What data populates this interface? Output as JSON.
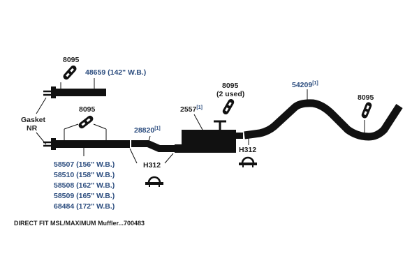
{
  "labels": {
    "hanger_top": "8095",
    "pipe_142": "48659 (142\" W.B.)",
    "gasket_1": "Gasket",
    "gasket_2": "NR",
    "hanger_mid": "8095",
    "pipe_28820": "28820",
    "pipe_28820_note": "[1]",
    "muffler": "2557",
    "muffler_note": "[1]",
    "hanger_muffler_1": "8095",
    "hanger_muffler_2": "(2 used)",
    "clamp_left": "H312",
    "clamp_right": "H312",
    "tailpipe": "54209",
    "tailpipe_note": "[1]",
    "hanger_tail": "8095"
  },
  "pipe_list": [
    "58507 (156\" W.B.)",
    "58510 (158\" W.B.)",
    "58508 (162\" W.B.)",
    "58509 (165\" W.B.)",
    "68484 (172\" W.B.)"
  ],
  "caption": "DIRECT FIT MSL/MAXIMUM Muffler...700483",
  "colors": {
    "parts": "#111111",
    "part_numbers": "#2b4c7e",
    "text": "#1f1f1f"
  },
  "icons": [
    "hanger-icon",
    "clamp-icon"
  ]
}
